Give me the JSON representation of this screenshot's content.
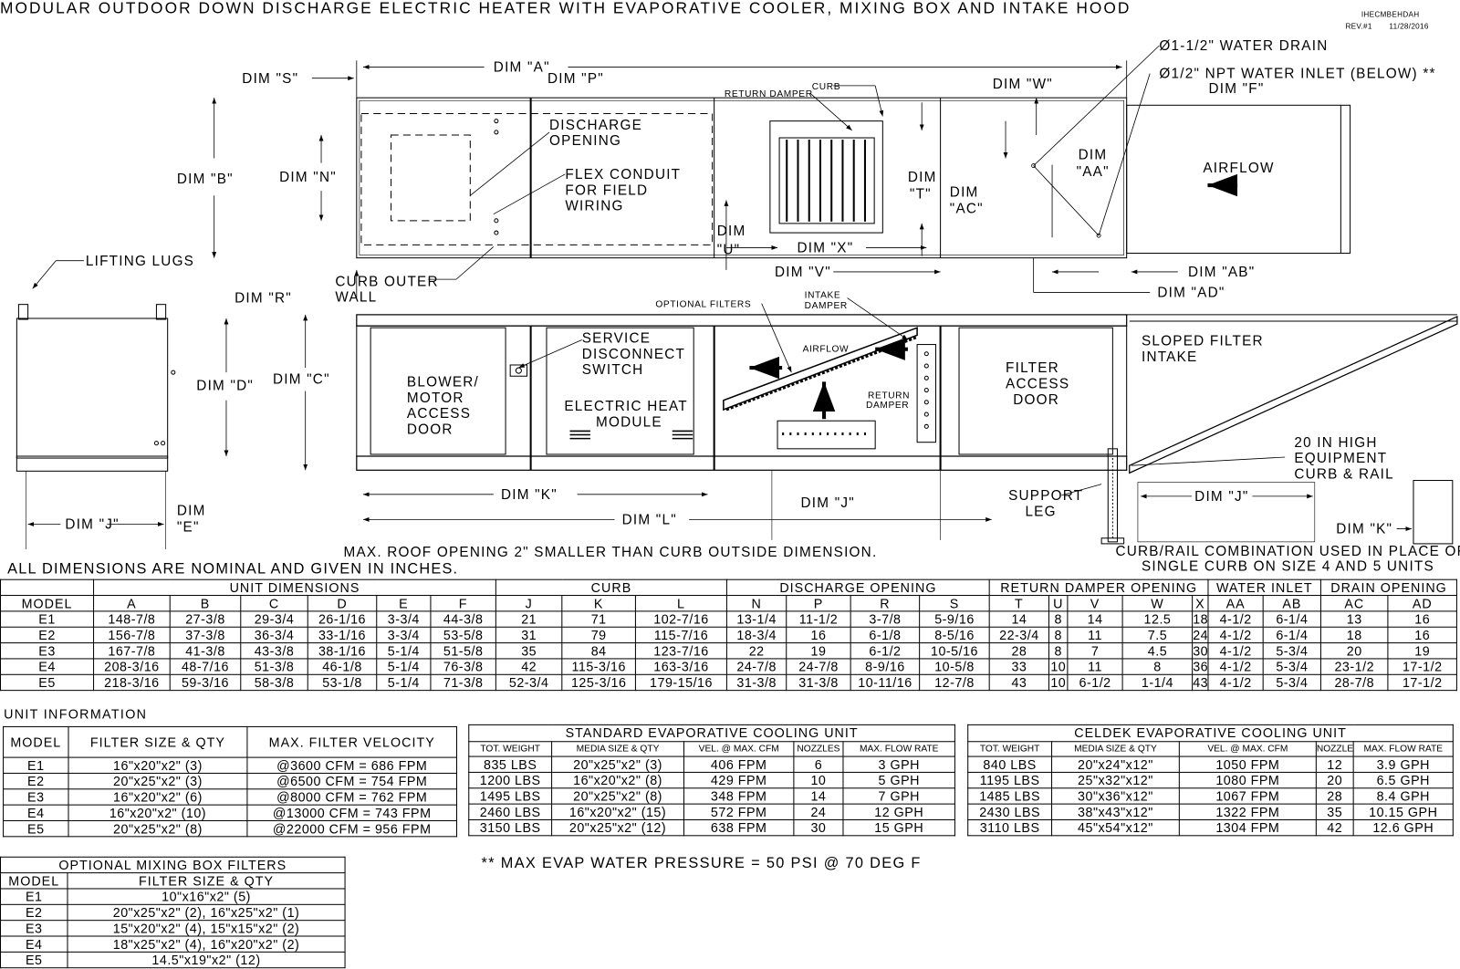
{
  "title": "MODULAR OUTDOOR DOWN DISCHARGE ELECTRIC HEATER WITH EVAPORATIVE COOLER, MIXING BOX AND INTAKE HOOD",
  "drawing_id": "IHECMBEHDAH",
  "revision": "REV.#1",
  "rev_date": "11/28/2016",
  "labels": {
    "dim_s": "DIM \"S\"",
    "dim_a": "DIM \"A\"",
    "dim_p": "DIM \"P\"",
    "dim_w": "DIM \"W\"",
    "dim_f": "DIM \"F\"",
    "water_drain": "Ø1-1/2\" WATER DRAIN",
    "water_inlet": "Ø1/2\" NPT WATER INLET (BELOW) **",
    "return_damper_top": "RETURN DAMPER",
    "curb_top": "CURB",
    "dim_b": "DIM \"B\"",
    "dim_n": "DIM \"N\"",
    "discharge_opening": [
      "DISCHARGE",
      "OPENING"
    ],
    "flex_conduit": [
      "FLEX CONDUIT",
      "FOR FIELD",
      "WIRING"
    ],
    "dim_t": [
      "DIM",
      "\"T\""
    ],
    "dim_ac": [
      "DIM",
      "\"AC\""
    ],
    "dim_aa": [
      "DIM",
      "\"AA\""
    ],
    "airflow_top": "AIRFLOW",
    "dim_u": [
      "DIM",
      "\"U\""
    ],
    "dim_x": "DIM \"X\"",
    "dim_v": "DIM \"V\"",
    "dim_ab": "DIM \"AB\"",
    "dim_ad": "DIM \"AD\"",
    "lifting_lugs": "LIFTING LUGS",
    "curb_outer_wall": [
      "CURB OUTER",
      "WALL"
    ],
    "dim_r": "DIM \"R\"",
    "optional_filters": "OPTIONAL FILTERS",
    "intake_damper": [
      "INTAKE",
      "DAMPER"
    ],
    "sloped_filter_intake": [
      "SLOPED FILTER",
      "INTAKE"
    ],
    "dim_d": "DIM \"D\"",
    "dim_c": "DIM \"C\"",
    "blower_door": [
      "BLOWER/",
      "MOTOR",
      "ACCESS",
      "DOOR"
    ],
    "service_disconnect": [
      "SERVICE",
      "DISCONNECT",
      "SWITCH"
    ],
    "electric_heat_module": [
      "ELECTRIC HEAT",
      "MODULE"
    ],
    "airflow_side": "AIRFLOW",
    "return_damper_side": [
      "RETURN",
      "DAMPER"
    ],
    "filter_access_door": [
      "FILTER",
      "ACCESS",
      "DOOR"
    ],
    "curb_rail": [
      "20 IN HIGH",
      "EQUIPMENT",
      "CURB & RAIL"
    ],
    "dim_k": "DIM \"K\"",
    "dim_l": "DIM \"L\"",
    "dim_j": "DIM \"J\"",
    "support_leg": [
      "SUPPORT",
      "LEG"
    ],
    "dim_j_rail": "DIM \"J\"",
    "dim_k_rail": "DIM \"K\"",
    "dim_j_end": "DIM \"J\"",
    "dim_e": [
      "DIM",
      "\"E\""
    ]
  },
  "notes": {
    "roof_opening": "MAX. ROOF OPENING 2\" SMALLER THAN CURB OUTSIDE DIMENSION.",
    "curb_rail_combo": [
      "CURB/RAIL COMBINATION USED IN PLACE OF",
      "SINGLE CURB ON SIZE 4 AND 5 UNITS"
    ],
    "nominal": "ALL DIMENSIONS ARE NOMINAL AND GIVEN IN INCHES.",
    "unit_info_title": "UNIT INFORMATION",
    "water_pressure": "** MAX EVAP WATER PRESSURE = 50 PSI @ 70 DEG F"
  },
  "dimension_table": {
    "groups": [
      "",
      "UNIT DIMENSIONS",
      "CURB",
      "DISCHARGE OPENING",
      "RETURN DAMPER OPENING",
      "WATER INLET",
      "DRAIN OPENING"
    ],
    "columns": [
      "MODEL",
      "A",
      "B",
      "C",
      "D",
      "E",
      "F",
      "J",
      "K",
      "L",
      "N",
      "P",
      "R",
      "S",
      "T",
      "U",
      "V",
      "W",
      "X",
      "AA",
      "AB",
      "AC",
      "AD"
    ],
    "rows": [
      [
        "E1",
        "148-7/8",
        "27-3/8",
        "29-3/4",
        "26-1/16",
        "3-3/4",
        "44-3/8",
        "21",
        "71",
        "102-7/16",
        "13-1/4",
        "11-1/2",
        "3-7/8",
        "5-9/16",
        "14",
        "8",
        "14",
        "12.5",
        "18",
        "4-1/2",
        "6-1/4",
        "13",
        "16"
      ],
      [
        "E2",
        "156-7/8",
        "37-3/8",
        "36-3/4",
        "33-1/16",
        "3-3/4",
        "53-5/8",
        "31",
        "79",
        "115-7/16",
        "18-3/4",
        "16",
        "6-1/8",
        "8-5/16",
        "22-3/4",
        "8",
        "11",
        "7.5",
        "24",
        "4-1/2",
        "6-1/4",
        "18",
        "16"
      ],
      [
        "E3",
        "167-7/8",
        "41-3/8",
        "43-3/8",
        "38-1/16",
        "5-1/4",
        "51-5/8",
        "35",
        "84",
        "123-7/16",
        "22",
        "19",
        "6-1/2",
        "10-5/16",
        "28",
        "8",
        "7",
        "4.5",
        "30",
        "4-1/2",
        "5-3/4",
        "20",
        "19"
      ],
      [
        "E4",
        "208-3/16",
        "48-7/16",
        "51-3/8",
        "46-1/8",
        "5-1/4",
        "76-3/8",
        "42",
        "115-3/16",
        "163-3/16",
        "24-7/8",
        "24-7/8",
        "8-9/16",
        "10-5/8",
        "33",
        "10",
        "11",
        "8",
        "36",
        "4-1/2",
        "5-3/4",
        "23-1/2",
        "17-1/2"
      ],
      [
        "E5",
        "218-3/16",
        "59-3/16",
        "58-3/8",
        "53-1/8",
        "5-1/4",
        "71-3/8",
        "52-3/4",
        "125-3/16",
        "179-15/16",
        "31-3/8",
        "31-3/8",
        "10-11/16",
        "12-7/8",
        "43",
        "10",
        "6-1/2",
        "1-1/4",
        "43",
        "4-1/2",
        "5-3/4",
        "28-7/8",
        "17-1/2"
      ]
    ]
  },
  "unit_info_table": {
    "columns": [
      "MODEL",
      "FILTER SIZE & QTY",
      "MAX. FILTER VELOCITY"
    ],
    "rows": [
      [
        "E1",
        "16\"x20\"x2\" (3)",
        "@3600 CFM = 686 FPM"
      ],
      [
        "E2",
        "20\"x25\"x2\" (3)",
        "@6500 CFM = 754 FPM"
      ],
      [
        "E3",
        "16\"x20\"x2\" (6)",
        "@8000 CFM = 762 FPM"
      ],
      [
        "E4",
        "16\"x20\"x2\" (10)",
        "@13000 CFM = 743 FPM"
      ],
      [
        "E5",
        "20\"x25\"x2\" (8)",
        "@22000 CFM = 956 FPM"
      ]
    ]
  },
  "standard_evap_table": {
    "title": "STANDARD EVAPORATIVE COOLING UNIT",
    "columns": [
      "TOT. WEIGHT",
      "MEDIA SIZE & QTY",
      "VEL. @ MAX. CFM",
      "NOZZLES",
      "MAX. FLOW RATE"
    ],
    "rows": [
      [
        "835 LBS",
        "20\"x25\"x2\" (3)",
        "406 FPM",
        "6",
        "3 GPH"
      ],
      [
        "1200 LBS",
        "16\"x20\"x2\" (8)",
        "429 FPM",
        "10",
        "5 GPH"
      ],
      [
        "1495 LBS",
        "20\"x25\"x2\" (8)",
        "348 FPM",
        "14",
        "7 GPH"
      ],
      [
        "2460 LBS",
        "16\"x20\"x2\" (15)",
        "572 FPM",
        "24",
        "12 GPH"
      ],
      [
        "3150 LBS",
        "20\"x25\"x2\" (12)",
        "638 FPM",
        "30",
        "15 GPH"
      ]
    ]
  },
  "celdek_evap_table": {
    "title": "CELDEK EVAPORATIVE COOLING UNIT",
    "columns": [
      "TOT. WEIGHT",
      "MEDIA SIZE & QTY",
      "VEL. @ MAX. CFM",
      "NOZZLES",
      "MAX. FLOW RATE"
    ],
    "rows": [
      [
        "840 LBS",
        "20\"x24\"x12\"",
        "1050 FPM",
        "12",
        "3.9 GPH"
      ],
      [
        "1195 LBS",
        "25\"x32\"x12\"",
        "1080 FPM",
        "20",
        "6.5 GPH"
      ],
      [
        "1485 LBS",
        "30\"x36\"x12\"",
        "1067 FPM",
        "28",
        "8.4 GPH"
      ],
      [
        "2430 LBS",
        "38\"x43\"x12\"",
        "1322 FPM",
        "35",
        "10.15 GPH"
      ],
      [
        "3110 LBS",
        "45\"x54\"x12\"",
        "1304 FPM",
        "42",
        "12.6 GPH"
      ]
    ]
  },
  "mixing_box_table": {
    "title": "OPTIONAL MIXING BOX FILTERS",
    "columns": [
      "MODEL",
      "FILTER SIZE & QTY"
    ],
    "rows": [
      [
        "E1",
        "10\"x16\"x2\" (5)"
      ],
      [
        "E2",
        "20\"x25\"x2\" (2), 16\"x25\"x2\" (1)"
      ],
      [
        "E3",
        "15\"x20\"x2\" (4), 15\"x15\"x2\" (2)"
      ],
      [
        "E4",
        "18\"x25\"x2\" (4), 16\"x20\"x2\" (2)"
      ],
      [
        "E5",
        "14.5\"x19\"x2\" (12)"
      ]
    ]
  }
}
